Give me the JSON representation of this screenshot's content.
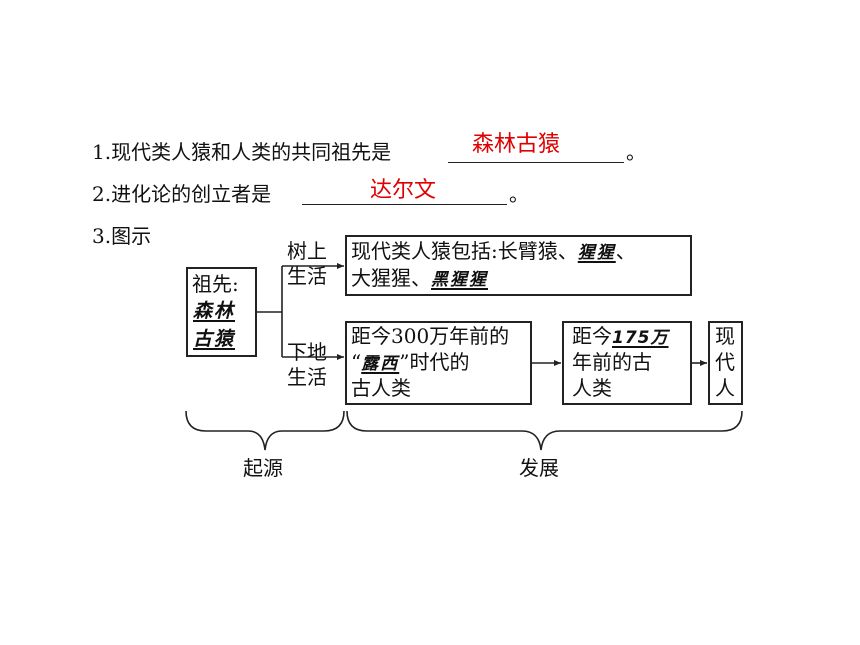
{
  "questions": [
    {
      "number": "1.",
      "text": "现代类人猿和人类的共同祖先是",
      "suffix": "。",
      "answer": "森林古猿"
    },
    {
      "number": "2.",
      "text": "进化论的创立者是",
      "suffix": "。",
      "answer": "达尔文"
    },
    {
      "number": "3.",
      "text": "图示"
    }
  ],
  "diagram": {
    "ancestor": {
      "prefix": "祖先:",
      "line1": "森林",
      "line2": "古猿"
    },
    "branch_upper": {
      "line1": "树上",
      "line2": "生活"
    },
    "branch_lower": {
      "line1": "下地",
      "line2": "生活"
    },
    "apes_box": {
      "line1_text": "现代类人猿包括:长臂猿、",
      "line1_fill": "猩猩",
      "line1_end": "、",
      "line2_text": "大猩猩、",
      "line2_fill": "黑猩猩"
    },
    "human_box_1": {
      "line1": "距今300万年前的",
      "quote_open": "“",
      "fill": "露西",
      "quote_close": "”",
      "line2_after": "时代的",
      "line3": "古人类"
    },
    "human_box_2": {
      "line1_text": "距今",
      "line1_fill": "175万",
      "line2": "年前的古",
      "line3": "人类"
    },
    "modern_box": {
      "line1": "现",
      "line2": "代",
      "line3": "人"
    },
    "brace_left_label": "起源",
    "brace_right_label": "发展"
  },
  "colors": {
    "answer": "#e00000",
    "ink": "#111111"
  }
}
